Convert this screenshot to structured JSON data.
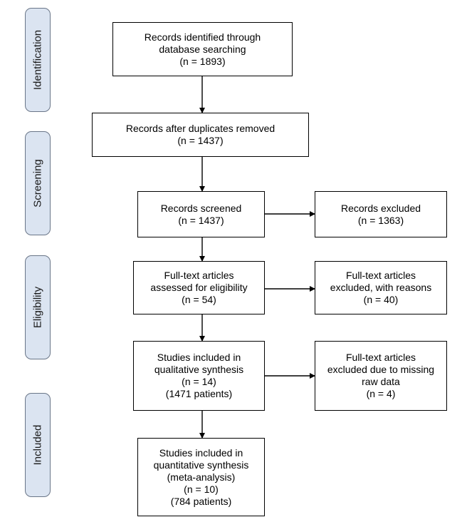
{
  "phases": {
    "identification": "Identification",
    "screening": "Screening",
    "eligibility": "Eligibility",
    "included": "Included"
  },
  "boxes": {
    "records_identified": {
      "line1": "Records identified through",
      "line2": "database searching",
      "line3": "(n = 1893)"
    },
    "duplicates_removed": {
      "line1": "Records after duplicates removed",
      "line2": "(n = 1437)"
    },
    "records_screened": {
      "line1": "Records screened",
      "line2": "(n = 1437)"
    },
    "records_excluded": {
      "line1": "Records excluded",
      "line2": "(n = 1363)"
    },
    "fulltext_assessed": {
      "line1": "Full-text articles",
      "line2": "assessed for eligibility",
      "line3": "(n = 54)"
    },
    "fulltext_excluded": {
      "line1": "Full-text articles",
      "line2": "excluded, with reasons",
      "line3": "(n = 40)"
    },
    "qualitative": {
      "line1": "Studies included in",
      "line2": "qualitative synthesis",
      "line3": "(n = 14)",
      "line4": "(1471 patients)"
    },
    "missing_raw_data": {
      "line1": "Full-text articles",
      "line2": "excluded due to missing",
      "line3": "raw data",
      "line4": "(n = 4)"
    },
    "quantitative": {
      "line1": "Studies included in",
      "line2": "quantitative synthesis",
      "line3": "(meta-analysis)",
      "line4": "(n = 10)",
      "line5": "(784 patients)"
    }
  },
  "colors": {
    "phase_fill": "#dbe4f1",
    "phase_border": "#6a7688",
    "box_border": "#000000",
    "arrow": "#000000"
  }
}
